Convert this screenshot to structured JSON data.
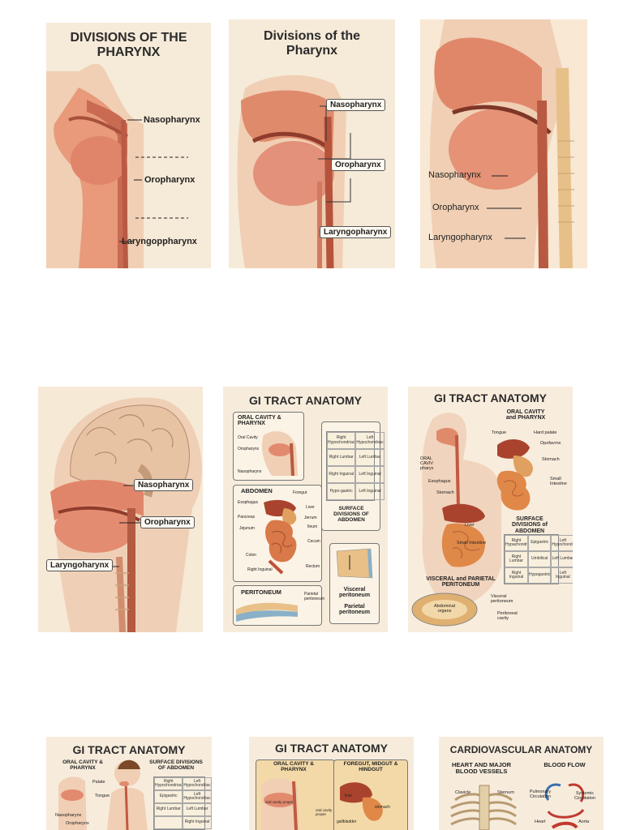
{
  "cards": [
    {
      "title": "DIVISIONS OF THE PHARYNX",
      "labels": [
        "Nasopharynx",
        "Oropharynx",
        "Laryngoppharynx"
      ]
    },
    {
      "title": "Divisions of the Pharynx",
      "labels": [
        "Nasopharynx",
        "Oropharynx",
        "Laryngopharynx"
      ]
    },
    {
      "title": "",
      "labels": [
        "Nasopharynx",
        "Oropharynx",
        "Laryngopharynx"
      ]
    },
    {
      "title": "",
      "labels": [
        "Nasopharynx",
        "Oropharynx",
        "Laryngoharynx"
      ]
    },
    {
      "title": "GI TRACT ANATOMY",
      "sections": [
        "ORAL CAVITY & PHARYNX",
        "ABDOMEN",
        "SURFACE DIVISIONS OF ABDOMEN",
        "PERITONEUM"
      ],
      "oral_labels": [
        "Oral Cavity",
        "Oropharynx",
        "Nasopharynx"
      ],
      "abdomen_labels": [
        "Esophagus",
        "Foregut",
        "Liver",
        "Pancreas",
        "Jerrum",
        "Jejunum",
        "Ileum",
        "Cecum",
        "Colon",
        "Rectum",
        "Right Inguinal"
      ],
      "grid": [
        "Right Hypochondriac",
        "Left Hypochondriac",
        "Right Lumbar",
        "Left Lumbar",
        "Right Inguinal",
        "Left Inguinal",
        "Hypo-gastric",
        "Left Inguinal"
      ],
      "peritoneum_labels": [
        "Parietal peritoneum",
        "Visceral peritoneum",
        "Parietal peritoneum"
      ]
    },
    {
      "title": "GI TRACT ANATOMY",
      "sections": [
        "ORAL CAVITY and PHARYNX",
        "SURFACE DIVISIONS of ABDOMEN",
        "VISCERAL and PARIETAL PERITONEUM"
      ],
      "labels": [
        "Tongue",
        "Hard palate",
        "Opofavrnx",
        "ORAL CAVIV pharyx",
        "Esophagus",
        "Stomach",
        "Stomach",
        "Small Intestine",
        "Liver",
        "Small Intestine",
        "Visceral peritoneum",
        "Abdominal organs",
        "Peritoneal cavity"
      ],
      "grid": [
        "Right Hypachondr",
        "Epigastric",
        "Left Hypochondr",
        "Right Lumbar",
        "Umbilical",
        "Left Lumbar",
        "Right Inguinal",
        "Hypogastric",
        "Left Inguinal"
      ]
    },
    {
      "title": "GI TRACT ANATOMY",
      "sections": [
        "ORAL CAVITY & PHARYNX",
        "SURFACE DIVISIONS OF ABDOMEN"
      ],
      "labels": [
        "Palate",
        "Tongue",
        "Nasopharynx",
        "Oropharynx"
      ],
      "grid": [
        "Right Hypochondriac",
        "Left Hypochondriac",
        "Epigastric",
        "Left Hypochondriac",
        "Right Lumbar",
        "Left Lumbar",
        "",
        "Right Inguinal"
      ]
    },
    {
      "title": "GI TRACT ANATOMY",
      "sections": [
        "ORAL CAVITY & PHARYNX",
        "FOREGUT, MIDGUT & HINDGUT"
      ],
      "labels": [
        "oral cavity proper",
        "oral cavity proper",
        "stomach",
        "gallbladder",
        "liver"
      ]
    },
    {
      "title": "CARDIOVASCULAR ANATOMY",
      "sections": [
        "HEART AND MAJOR BLOOD VESSELS",
        "BLOOD FLOW"
      ],
      "labels": [
        "Clavicle",
        "Sternum",
        "Pulmonary Circulation",
        "Systemic Circulation",
        "Heart",
        "Aorta"
      ]
    }
  ]
}
